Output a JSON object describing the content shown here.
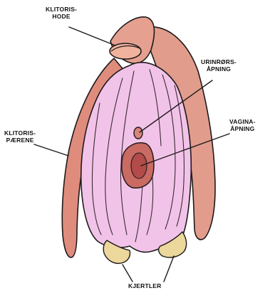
{
  "colors": {
    "clitoris_body": "#e29c8c",
    "clitoris_shadow": "#d98275",
    "clitoris_legs": "#df8c7d",
    "vulva_tissue": "#f2c3e8",
    "vulva_fold_lines": "#3a2a35",
    "glands": "#ecd79c",
    "vaginal_opening": "#c96a63",
    "vaginal_opening_inner": "#b24b49",
    "outline": "#1e1a1a",
    "label_text": "#111111"
  },
  "labels": {
    "clitoral_glans": [
      "KLITORIS-",
      "HODE"
    ],
    "urethral_opening": [
      "URINRØRS-",
      "ÅPNING"
    ],
    "vaginal_opening": [
      "VAGINA-",
      "ÅPNING"
    ],
    "clitoral_legs": [
      "KLITORIS-",
      "PÆRENE"
    ],
    "glands": [
      "KJERTLER"
    ]
  }
}
